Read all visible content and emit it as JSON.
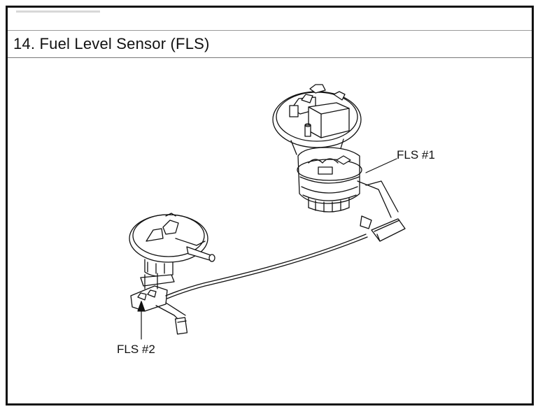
{
  "header": {
    "title": "14. Fuel Level Sensor (FLS)"
  },
  "diagram": {
    "labels": {
      "fls1": "FLS #1",
      "fls2": "FLS #2"
    },
    "line_color": "#111111"
  }
}
